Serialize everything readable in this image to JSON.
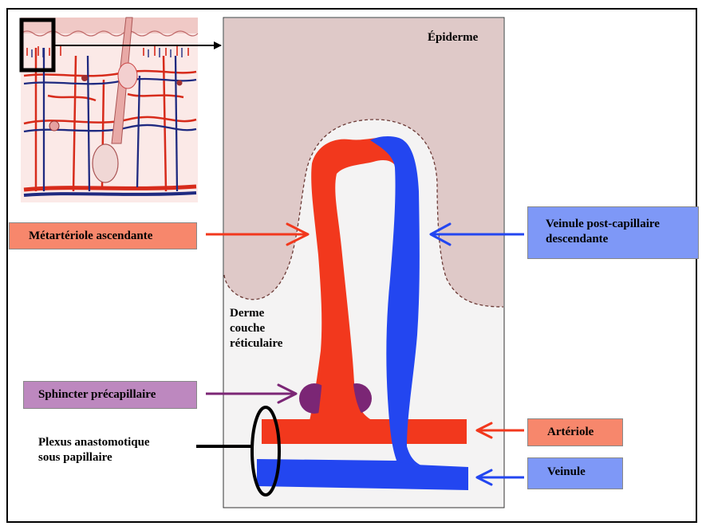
{
  "labels": {
    "epiderme": "Épiderme",
    "derme_line1": "Derme",
    "derme_line2": "couche",
    "derme_line3": "réticulaire",
    "metarteriole": "Métartériole ascendante",
    "veinule_pc_line1": "Veinule post-capillaire",
    "veinule_pc_line2": "descendante",
    "sphincter": "Sphincter précapillaire",
    "plexus_line1": "Plexus anastomotique",
    "plexus_line2": "sous papillaire",
    "arteriole": "Artériole",
    "veinule": "Veinule"
  },
  "colors": {
    "artery_red": "#f2381d",
    "vein_blue": "#2346f0",
    "epiderme_fill": "#dfc9c8",
    "derme_fill": "#f4f3f3",
    "box_red": "#f7876c",
    "box_blue": "#7e98f7",
    "box_purple": "#bd88bf",
    "sphincter_purple": "#7b2675"
  }
}
